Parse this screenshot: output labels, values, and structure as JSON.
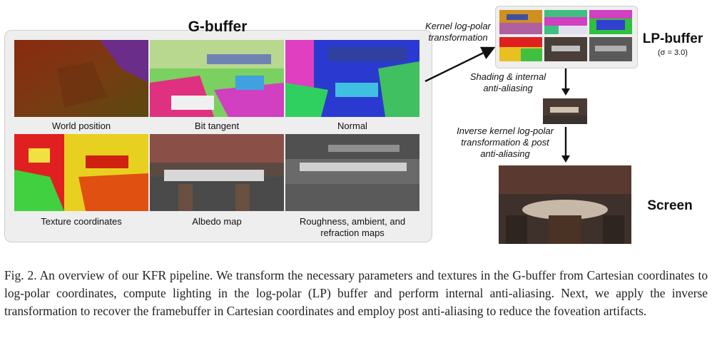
{
  "gbuffer": {
    "title": "G-buffer",
    "tiles": [
      {
        "label": "World position"
      },
      {
        "label": "Bit tangent"
      },
      {
        "label": "Normal"
      },
      {
        "label": "Texture coordinates"
      },
      {
        "label": "Albedo map"
      },
      {
        "label": "Roughness, ambient, and refraction maps"
      }
    ]
  },
  "pipeline": {
    "kernel_transform_label": "Kernel log-polar transformation",
    "lp_buffer_title": "LP-buffer",
    "lp_buffer_sigma": "(σ = 3.0)",
    "shading_label": "Shading & internal anti-aliasing",
    "inverse_label": "Inverse kernel log-polar transformation & post anti-aliasing",
    "screen_title": "Screen"
  },
  "caption": {
    "figure_number": "Fig. 2.",
    "text": "An overview of our KFR pipeline. We transform the necessary parameters and textures in the G-buffer from Cartesian coordinates to log-polar coordinates, compute lighting in the log-polar (LP) buffer and perform internal anti-aliasing. Next, we apply the inverse transformation to recover the framebuffer in Cartesian coordinates and employ post anti-aliasing to reduce the foveation artifacts."
  },
  "colors": {
    "panel_bg": "#eeeeee",
    "arrow": "#111111"
  }
}
